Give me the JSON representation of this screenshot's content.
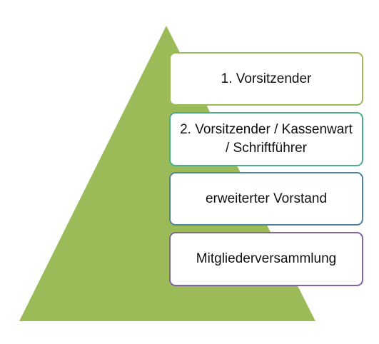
{
  "pyramid": {
    "fill_color": "#9bbb59"
  },
  "levels": [
    {
      "label": "1. Vorsitzender",
      "border_color": "#9bbb59"
    },
    {
      "label": "2. Vorsitzender / Kassenwart / Schriftführer",
      "border_color": "#4bac8a"
    },
    {
      "label": "erweiterter Vorstand",
      "border_color": "#4f81a3"
    },
    {
      "label": "Mitgliederversammlung",
      "border_color": "#8064a2"
    }
  ]
}
